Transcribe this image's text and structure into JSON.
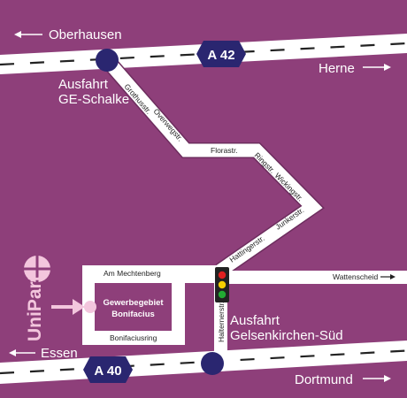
{
  "map": {
    "colors": {
      "background": "#8e3f7a",
      "road": "#ffffff",
      "road_outline": "#6d2d5e",
      "lane_dash": "#222222",
      "interchange": "#2a2670",
      "shield": "#2a2670",
      "logo": "#f3c6dd",
      "zone": "#8e3f7a",
      "traffic_light_body": "#222222",
      "light_red": "#e02020",
      "light_yellow": "#f5d000",
      "light_green": "#22aa33"
    },
    "motorways": [
      {
        "id": "a42",
        "shield": "A 42",
        "west": "Oberhausen",
        "east": "Herne"
      },
      {
        "id": "a40",
        "shield": "A 40",
        "west": "Essen",
        "east": "Dortmund"
      }
    ],
    "exits": [
      {
        "id": "schalke",
        "line1": "Ausfahrt",
        "line2": "GE-Schalke"
      },
      {
        "id": "sued",
        "line1": "Ausfahrt",
        "line2": "Gelsenkirchen-Süd"
      }
    ],
    "streets": {
      "grosshusstr": "Grothusstr.",
      "overwegstr": "Overwegstr.",
      "florastr": "Florastr.",
      "ringstr": "Ringstr.",
      "wickingstr": "Wickingstr.",
      "junkerstr": "Junkerstr.",
      "hattingerstr": "Hattingerstr.",
      "halternerstr": "Halternerstr.",
      "am_mechtenberg": "Am Mechtenberg",
      "bonifaciusring": "Bonifaciusring",
      "wattenscheid": "Wattenscheid"
    },
    "zone": {
      "line1": "Gewerbegebiet",
      "line2": "Bonifacius"
    },
    "logo": {
      "text": "UniPart"
    },
    "icons": [
      "arrow-left-icon",
      "arrow-right-icon",
      "traffic-light-icon",
      "logo-mark-icon",
      "location-pointer-icon"
    ]
  }
}
